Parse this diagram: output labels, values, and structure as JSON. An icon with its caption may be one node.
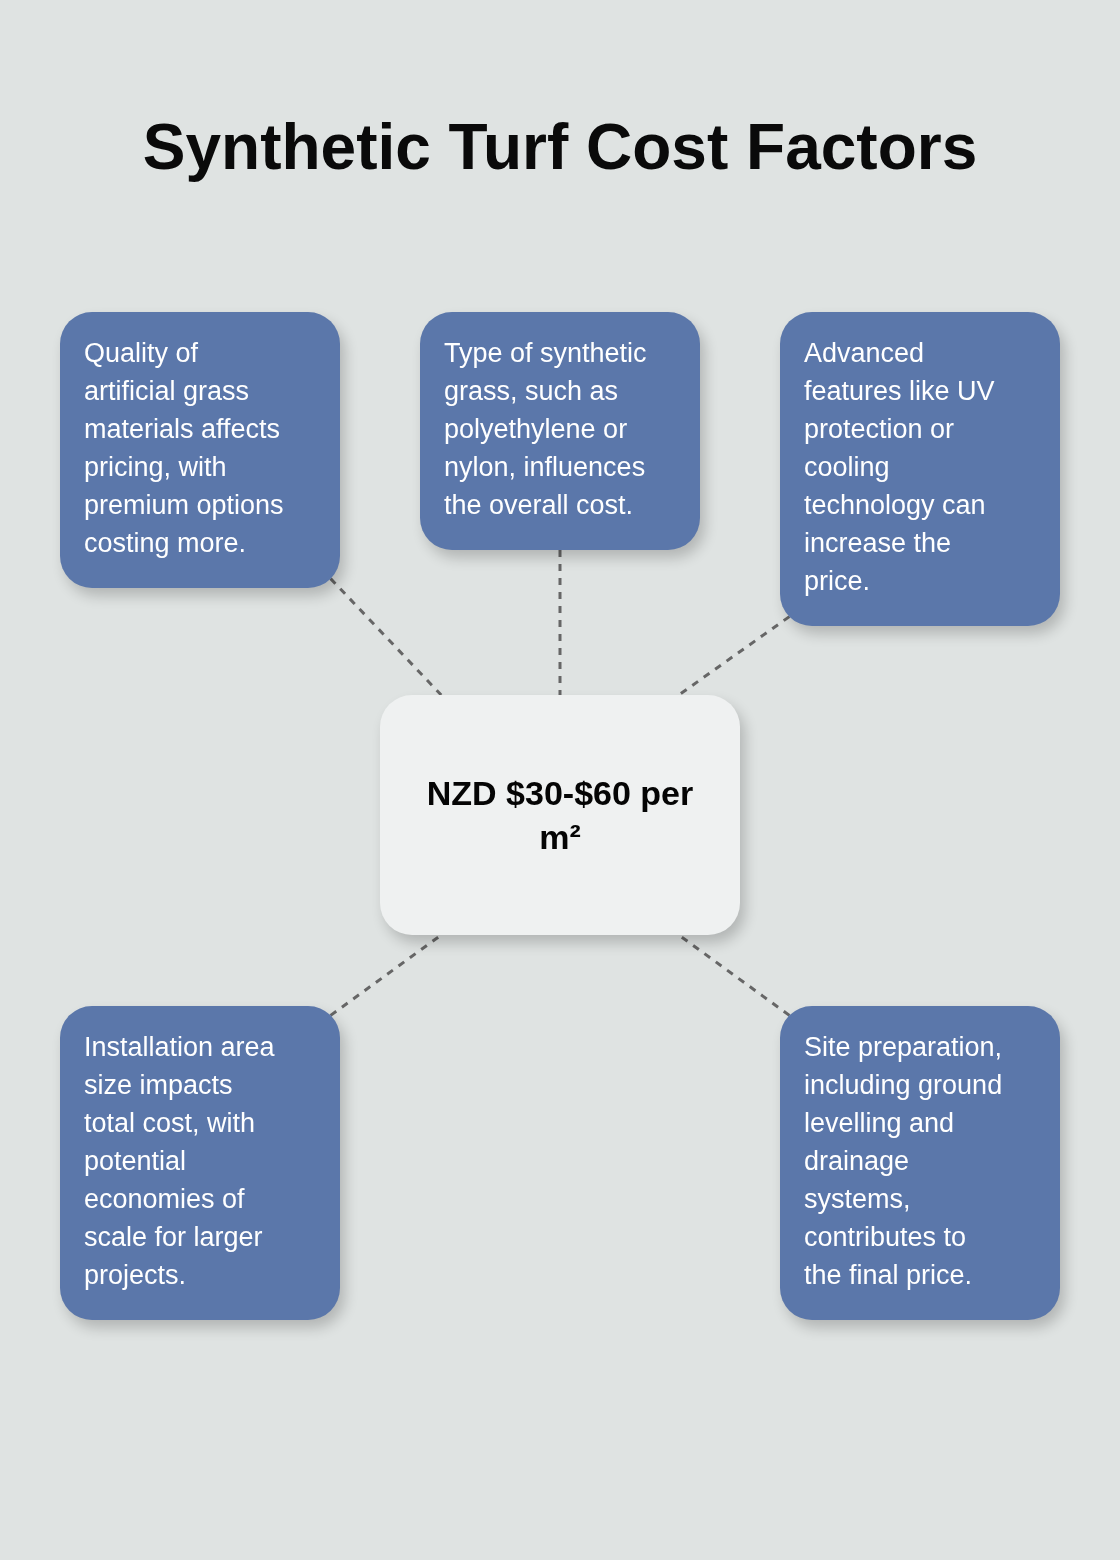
{
  "diagram": {
    "title": "Synthetic Turf Cost Factors",
    "nodes": [
      {
        "text": [
          "Quality of artificial grass materials affects pricing, with premium options costing more."
        ]
      },
      {
        "text": [
          "Type of synthetic grass, such as polyethylene or nylon, influences the overall cost."
        ]
      },
      {
        "text": [
          "Advanced features like UV protection or cooling technology can increase the price."
        ]
      },
      {
        "text": [
          "NZD $30-$60 per m²"
        ]
      },
      {
        "text": [
          "Installation area size impacts total cost, with potential economies of scale for larger projects."
        ]
      },
      {
        "text": [
          "Site preparation, including ground levelling and drainage systems, contributes to the final price."
        ]
      }
    ],
    "edges": [
      {
        "from": 0,
        "to": 3,
        "arrow": "none",
        "style": "dashed"
      },
      {
        "from": 1,
        "to": 3,
        "arrow": "none",
        "style": "dashed"
      },
      {
        "from": 2,
        "to": 3,
        "arrow": "none",
        "style": "dashed"
      },
      {
        "from": 4,
        "to": 3,
        "arrow": "none",
        "style": "dashed"
      },
      {
        "from": 5,
        "to": 3,
        "arrow": "none",
        "style": "dashed"
      }
    ]
  }
}
